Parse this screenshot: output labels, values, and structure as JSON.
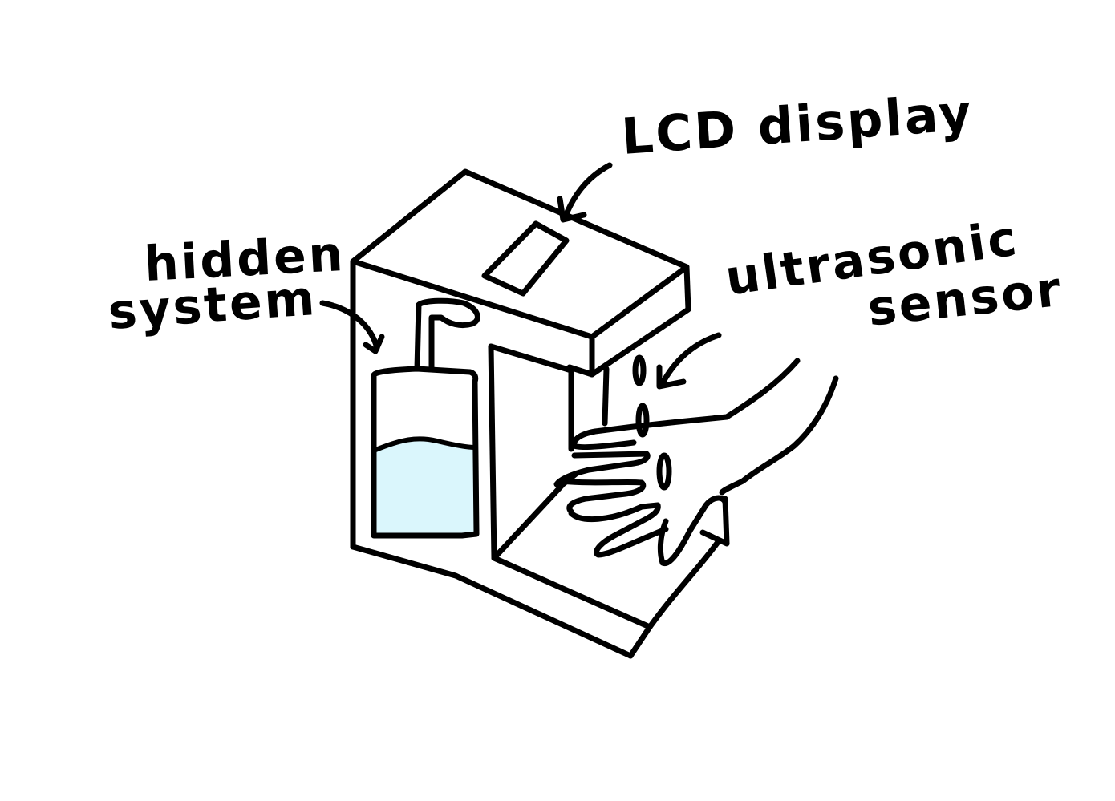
{
  "labels": {
    "lcd_display": "LCD display",
    "hidden_line1": "hidden",
    "hidden_line2": "system",
    "ultrasonic_line1": "ultrasonic",
    "ultrasonic_line2": "sensor"
  },
  "colors": {
    "ink": "#000000",
    "liquid": "#daf6fc",
    "background": "#ffffff"
  }
}
